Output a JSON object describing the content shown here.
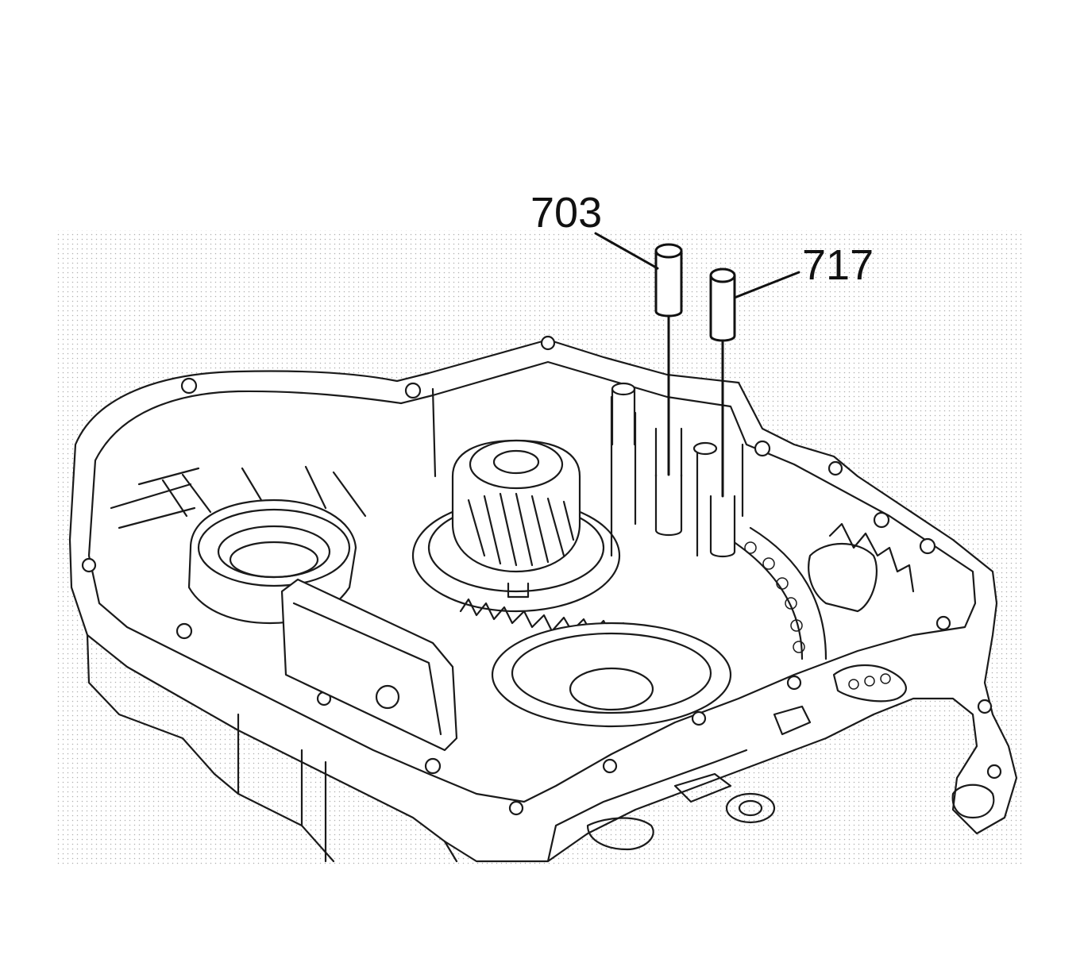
{
  "callouts": [
    {
      "id": "703",
      "label": "703"
    },
    {
      "id": "717",
      "label": "717"
    }
  ],
  "colors": {
    "line": "#1a1a1a",
    "background": "#ffffff",
    "stipple": "#b0b0b0"
  }
}
